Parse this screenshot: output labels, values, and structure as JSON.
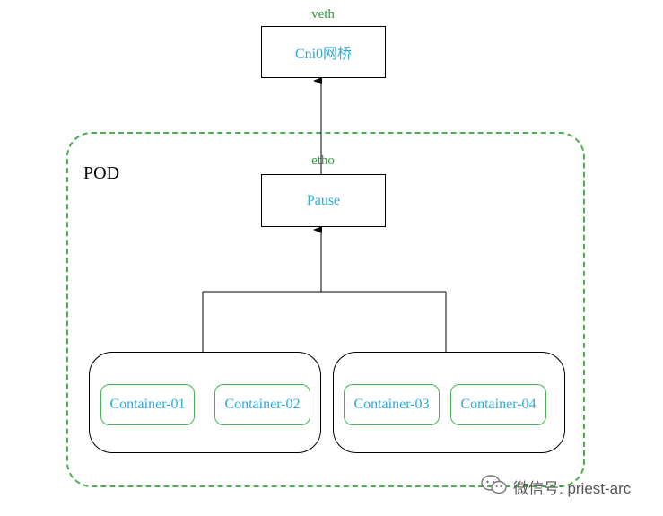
{
  "diagram": {
    "bridge": {
      "interface_label": "veth",
      "label": "Cni0网桥"
    },
    "pause": {
      "interface_label": "etho",
      "label": "Pause"
    },
    "pod": {
      "label": "POD"
    },
    "groups": [
      {
        "containers": [
          {
            "label": "Container-01"
          },
          {
            "label": "Container-02"
          }
        ]
      },
      {
        "containers": [
          {
            "label": "Container-03"
          },
          {
            "label": "Container-04"
          }
        ]
      }
    ]
  },
  "watermark": {
    "text": "微信号: priest-arc",
    "icon": "wechat-icon"
  },
  "colors": {
    "label_blue": "#2eaadc",
    "interface_green": "#2e9a3e",
    "pod_border_green": "#4caf50",
    "container_border_green": "#3fb950"
  }
}
